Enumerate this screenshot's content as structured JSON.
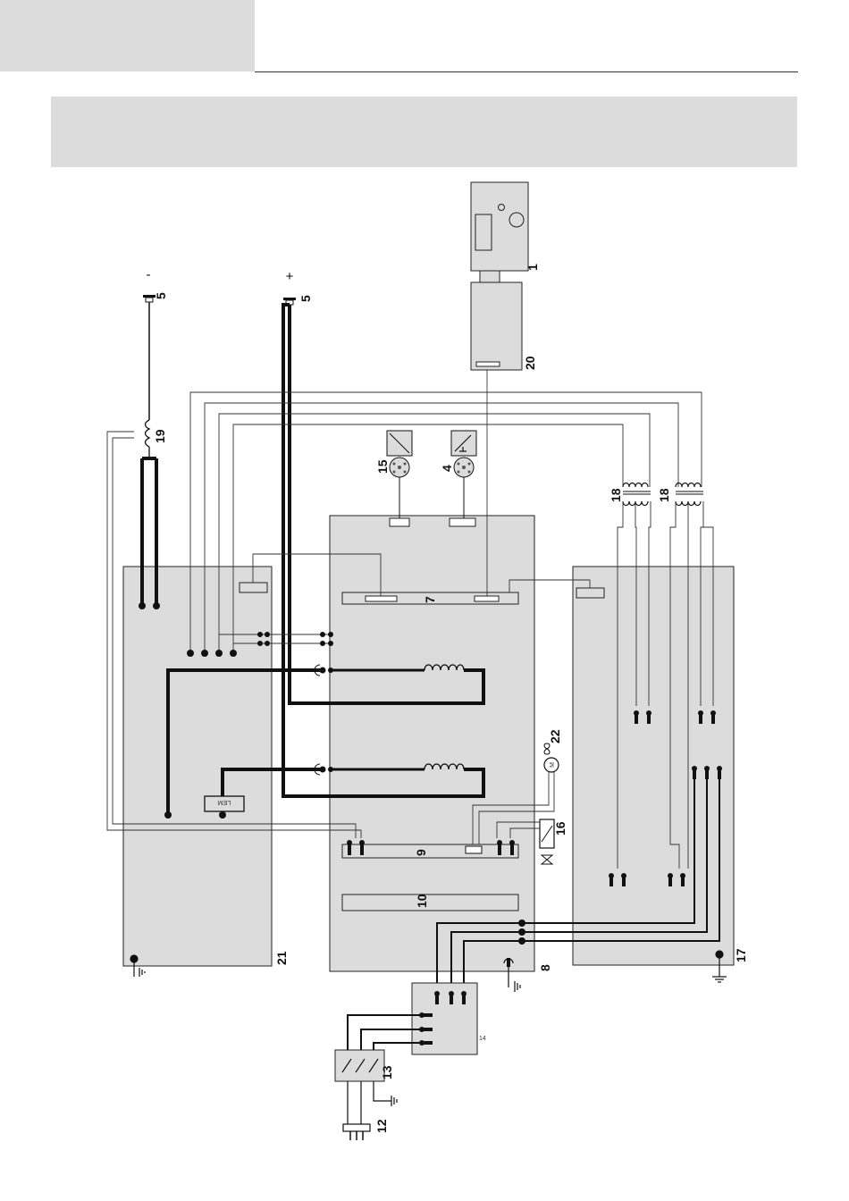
{
  "header": {
    "section_tab": "",
    "title_band": ""
  },
  "diagram": {
    "labels": {
      "video_monitor": "1",
      "pressure_sensor": "4",
      "output_terminal_neg": "5",
      "output_terminal_pos": "5",
      "control_board": "7",
      "power_module": "8",
      "connection_board": "9",
      "filter_board": "10",
      "mains_plug": "12",
      "main_switch": "13",
      "pump_symbol": "15",
      "gas_valve": "16",
      "right_module": "17",
      "transformer_1": "18",
      "transformer_2": "18",
      "output_inductor": "19",
      "interface_board": "20",
      "left_module": "21",
      "fan_motor": "22"
    },
    "polarity": {
      "negative": "-",
      "positive": "+"
    },
    "marks": {
      "current_sensor": "LEM",
      "fan_letter": "M",
      "terminal_block_id": "14"
    }
  }
}
